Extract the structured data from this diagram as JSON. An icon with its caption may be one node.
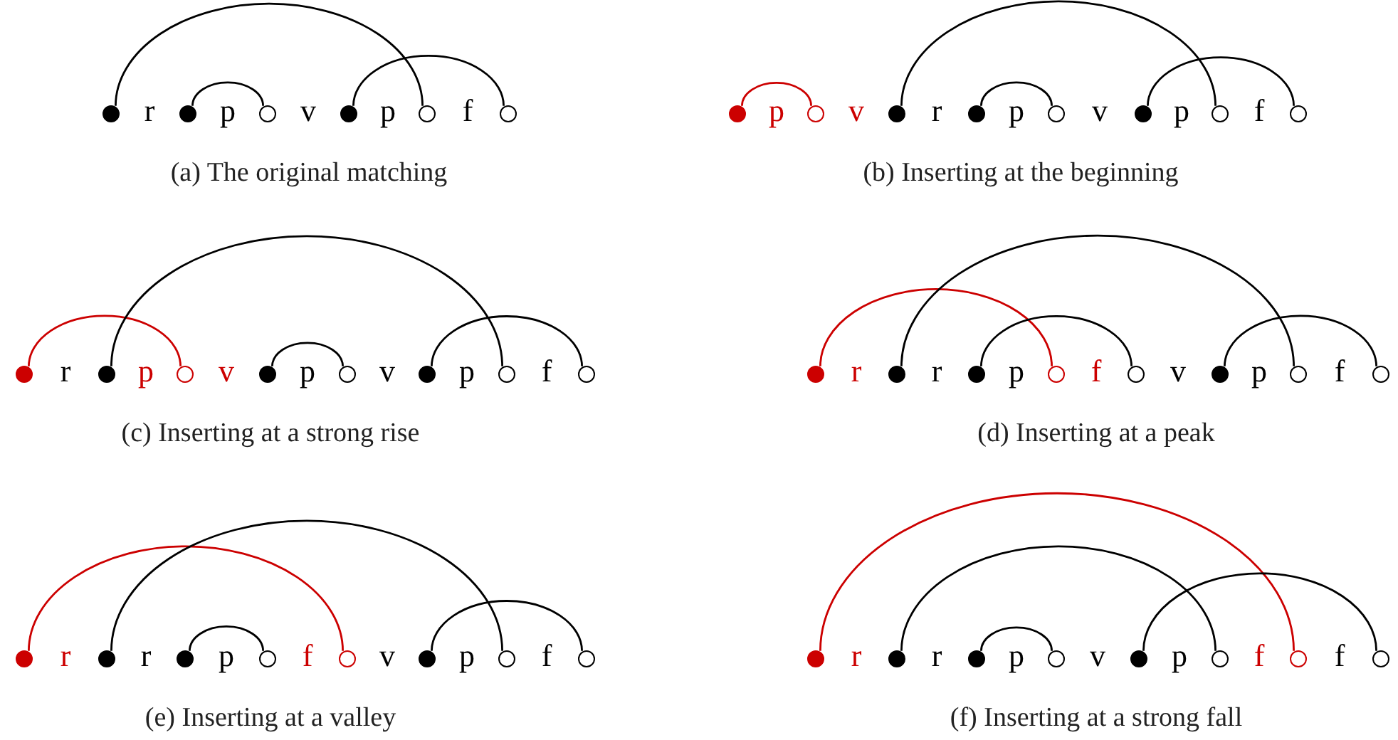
{
  "diagram": {
    "nodes": [
      {
        "text": [],
        "shape": "circle"
      },
      {
        "text": [],
        "shape": "circle"
      },
      {
        "text": [],
        "shape": "circle"
      },
      {
        "text": [],
        "shape": "circle"
      },
      {
        "text": [],
        "shape": "circle"
      },
      {
        "text": [],
        "shape": "circle"
      },
      {
        "text": [],
        "shape": "circle"
      },
      {
        "text": [],
        "shape": "circle"
      },
      {
        "text": [],
        "shape": "circle"
      },
      {
        "text": [],
        "shape": "circle"
      },
      {
        "text": [],
        "shape": "circle"
      },
      {
        "text": [],
        "shape": "circle"
      },
      {
        "text": [],
        "shape": "circle"
      },
      {
        "text": [],
        "shape": "circle"
      },
      {
        "text": [],
        "shape": "circle"
      },
      {
        "text": [],
        "shape": "circle"
      },
      {
        "text": [],
        "shape": "circle"
      },
      {
        "text": [],
        "shape": "circle"
      },
      {
        "text": [],
        "shape": "circle"
      },
      {
        "text": [],
        "shape": "circle"
      },
      {
        "text": [],
        "shape": "circle"
      },
      {
        "text": [],
        "shape": "circle"
      },
      {
        "text": [],
        "shape": "circle"
      },
      {
        "text": [],
        "shape": "circle"
      },
      {
        "text": [],
        "shape": "circle"
      },
      {
        "text": [],
        "shape": "circle"
      },
      {
        "text": [],
        "shape": "circle"
      },
      {
        "text": [],
        "shape": "circle"
      },
      {
        "text": [],
        "shape": "circle"
      },
      {
        "text": [],
        "shape": "circle"
      },
      {
        "text": [],
        "shape": "circle"
      },
      {
        "text": [],
        "shape": "circle"
      },
      {
        "text": [],
        "shape": "circle"
      },
      {
        "text": [],
        "shape": "circle"
      },
      {
        "text": [],
        "shape": "circle"
      },
      {
        "text": [],
        "shape": "circle"
      },
      {
        "text": [],
        "shape": "circle"
      },
      {
        "text": [],
        "shape": "circle"
      },
      {
        "text": [],
        "shape": "circle"
      },
      {
        "text": [],
        "shape": "circle"
      },
      {
        "text": [],
        "shape": "circle"
      },
      {
        "text": [],
        "shape": "circle"
      },
      {
        "text": [],
        "shape": "circle"
      },
      {
        "text": [],
        "shape": "circle"
      },
      {
        "text": [],
        "shape": "circle"
      },
      {
        "text": [],
        "shape": "circle"
      }
    ],
    "edges": [
      {
        "from": 0,
        "to": 4,
        "arrow": "none"
      },
      {
        "from": 1,
        "to": 2,
        "arrow": "none"
      },
      {
        "from": 3,
        "to": 5,
        "arrow": "none"
      },
      {
        "from": 6,
        "to": 7,
        "arrow": "none",
        "color": "#cc0000"
      },
      {
        "from": 8,
        "to": 12,
        "arrow": "none"
      },
      {
        "from": 9,
        "to": 10,
        "arrow": "none"
      },
      {
        "from": 11,
        "to": 13,
        "arrow": "none"
      },
      {
        "from": 14,
        "to": 16,
        "arrow": "none",
        "color": "#cc0000"
      },
      {
        "from": 15,
        "to": 20,
        "arrow": "none"
      },
      {
        "from": 17,
        "to": 18,
        "arrow": "none"
      },
      {
        "from": 19,
        "to": 21,
        "arrow": "none"
      },
      {
        "from": 22,
        "to": 25,
        "arrow": "none",
        "color": "#cc0000"
      },
      {
        "from": 23,
        "to": 28,
        "arrow": "none"
      },
      {
        "from": 24,
        "to": 26,
        "arrow": "none"
      },
      {
        "from": 27,
        "to": 29,
        "arrow": "none"
      },
      {
        "from": 30,
        "to": 34,
        "arrow": "none",
        "color": "#cc0000"
      },
      {
        "from": 31,
        "to": 36,
        "arrow": "none"
      },
      {
        "from": 32,
        "to": 33,
        "arrow": "none"
      },
      {
        "from": 35,
        "to": 37,
        "arrow": "none"
      },
      {
        "from": 38,
        "to": 44,
        "arrow": "none",
        "color": "#cc0000"
      },
      {
        "from": 39,
        "to": 43,
        "arrow": "none"
      },
      {
        "from": 40,
        "to": 41,
        "arrow": "none"
      },
      {
        "from": 42,
        "to": 45,
        "arrow": "none"
      }
    ],
    "labels": [
      "r",
      "p",
      "v",
      "p",
      "f",
      "(a) The original matching",
      "p",
      "v",
      "r",
      "p",
      "v",
      "p",
      "f",
      "(b) Inserting at the beginning",
      "r",
      "p",
      "v",
      "p",
      "v",
      "p",
      "f",
      "(c) Inserting at a strong rise",
      "r",
      "r",
      "p",
      "f",
      "v",
      "p",
      "f",
      "(d) Inserting at a peak",
      "r",
      "r",
      "p",
      "f",
      "v",
      "p",
      "f",
      "(e) Inserting at a valley",
      "r",
      "r",
      "p",
      "v",
      "p",
      "f",
      "f",
      "(f) Inserting at a strong fall"
    ]
  }
}
